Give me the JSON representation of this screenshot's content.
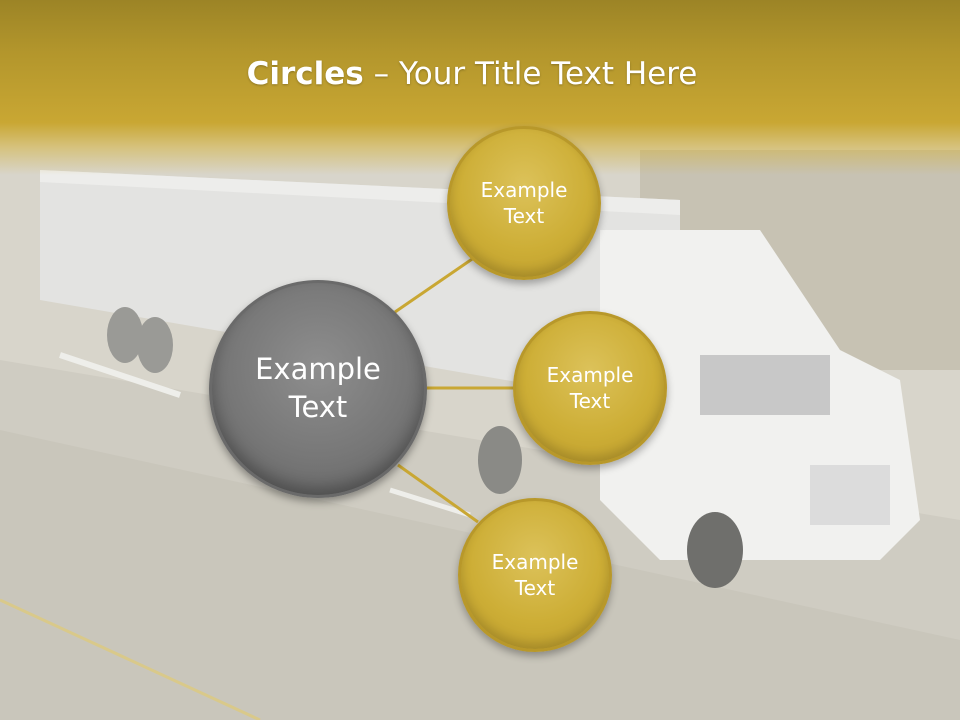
{
  "title": {
    "bold": "Circles",
    "rest": " – Your Title Text Here"
  },
  "center": {
    "label": "Example\nText"
  },
  "satellites": [
    {
      "label": "Example\nText"
    },
    {
      "label": "Example\nText"
    },
    {
      "label": "Example\nText"
    }
  ],
  "colors": {
    "header": "#c9a733",
    "center_circle": "#777777",
    "satellite_circle": "#cdae36",
    "connector": "#c9a733"
  }
}
